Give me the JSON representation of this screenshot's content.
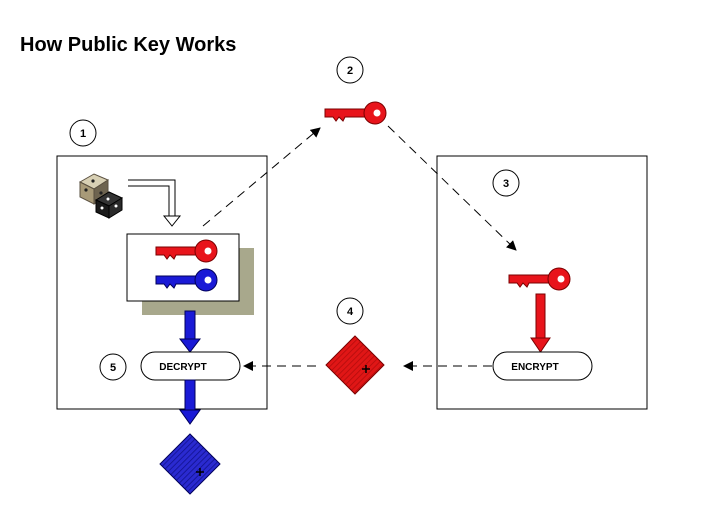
{
  "title": "How Public Key Works",
  "steps": {
    "s1": "1",
    "s2": "2",
    "s3": "3",
    "s4": "4",
    "s5": "5"
  },
  "labels": {
    "decrypt": "DECRYPT",
    "encrypt": "ENCRYPT"
  },
  "colors": {
    "public_key": "#e8141b",
    "private_key": "#1a1ad6",
    "encrypted_message": "#d81414",
    "decrypted_message": "#2020c8",
    "shadow": "#a8a88c"
  },
  "icons": {
    "random_source": "dice-icon",
    "public_key": "red-key-icon",
    "private_key": "blue-key-icon",
    "encrypted_message": "red-diamond-icon",
    "decrypted_message": "blue-diamond-icon"
  }
}
